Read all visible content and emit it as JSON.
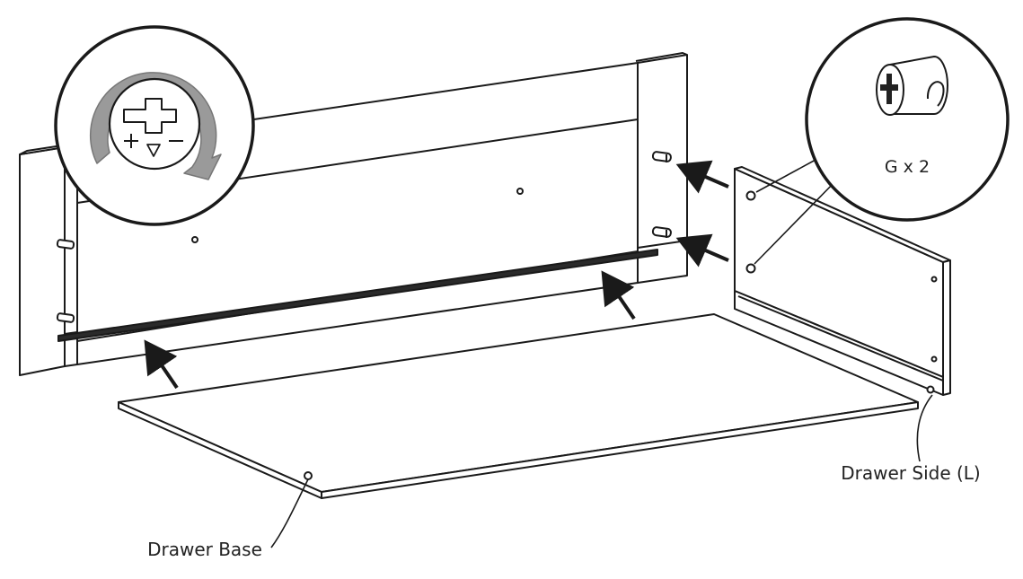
{
  "labels": {
    "drawer_base": "Drawer Base",
    "drawer_side": "Drawer Side (L)",
    "hardware_count": "G x 2"
  },
  "icons": {
    "rotation_callout": "cam-lock-rotate-icon",
    "hardware_callout": "cam-lock-fitting-icon",
    "insert_arrow": "arrow-icon"
  },
  "colors": {
    "line": "#1a1a1a",
    "rotation_arrow": "#9a9a9a",
    "background": "#ffffff"
  }
}
